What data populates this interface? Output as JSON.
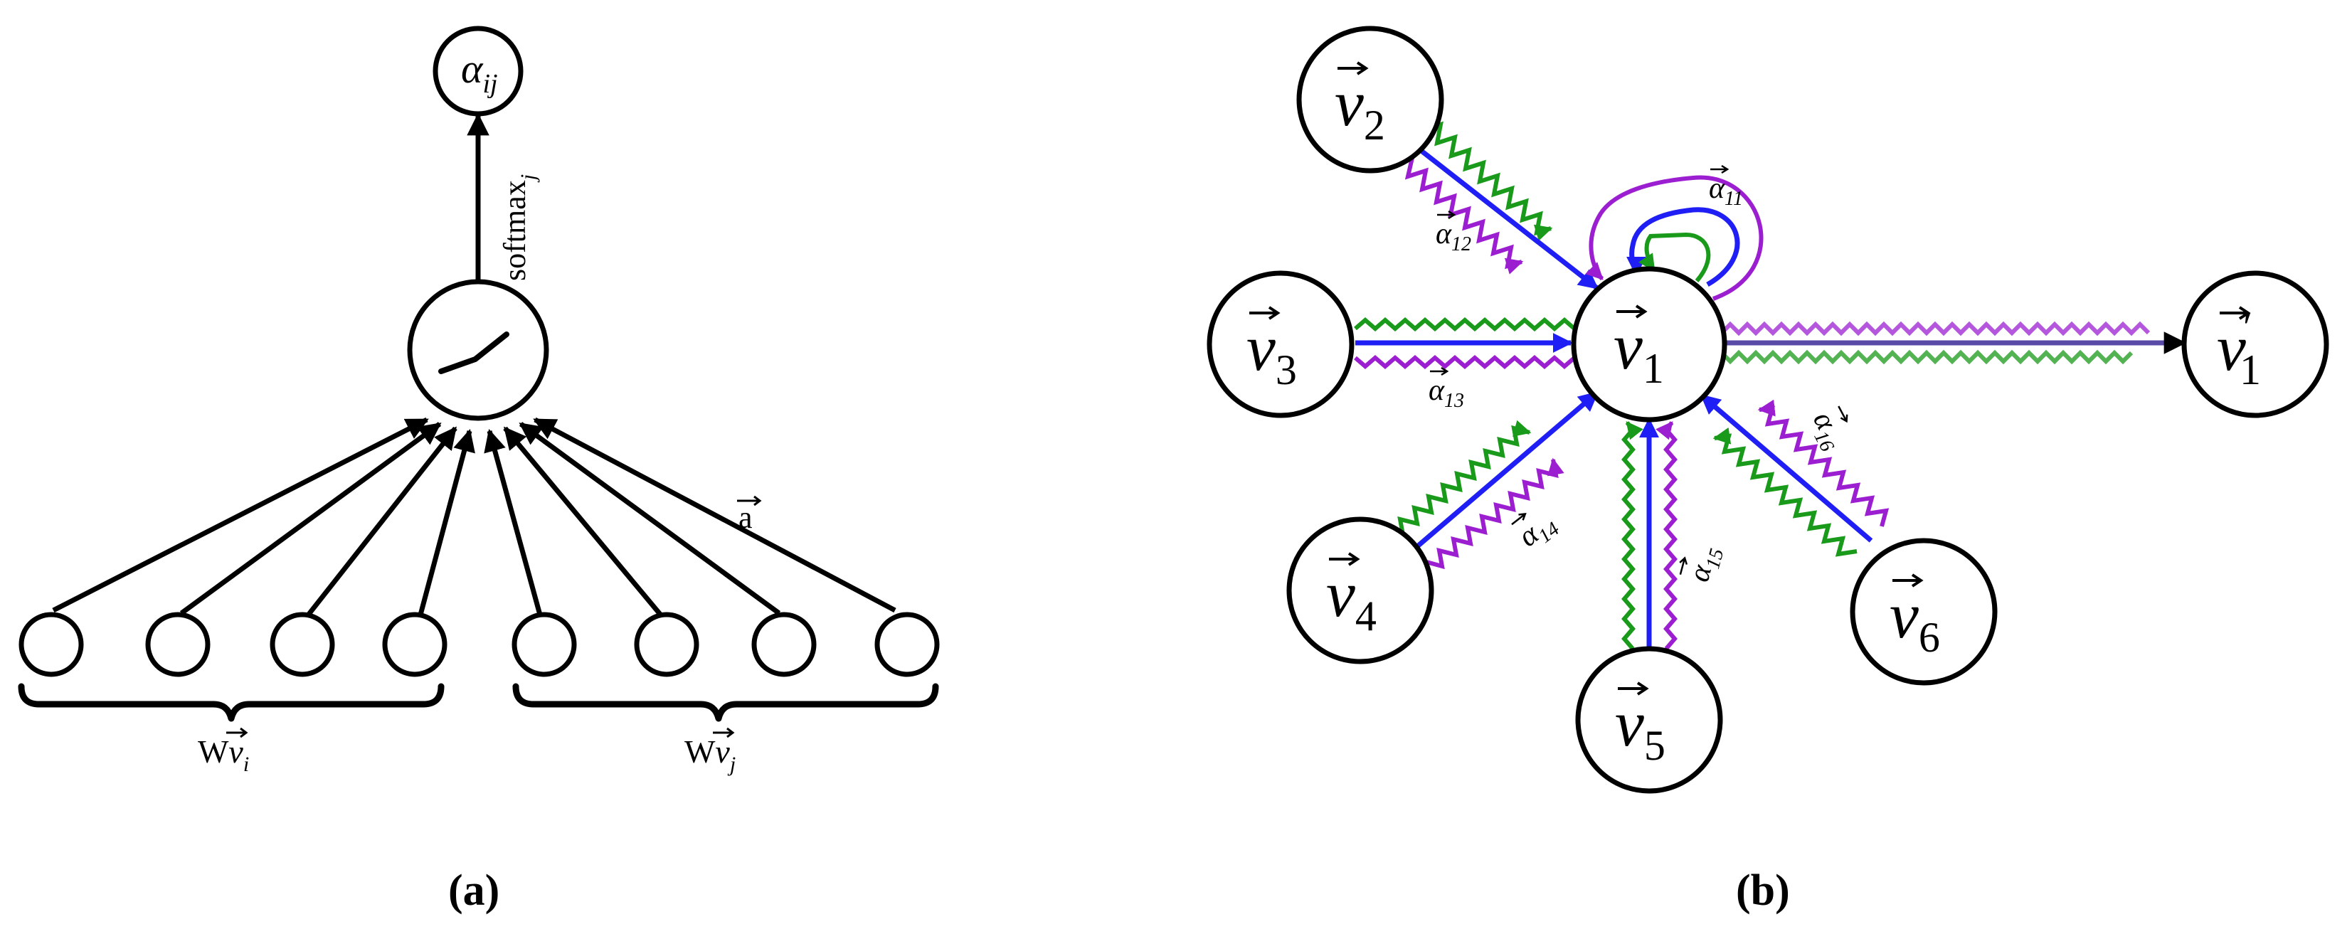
{
  "panel_a": {
    "caption": "(a)",
    "output_node_label": {
      "base": "α",
      "sub": "ij"
    },
    "edge_label": {
      "base": "softmax",
      "sub": "j"
    },
    "weight_label": "a",
    "input_group_left": {
      "prefix": "W",
      "var": "v",
      "sub": "i"
    },
    "input_group_right": {
      "prefix": "W",
      "var": "v",
      "sub": "j"
    }
  },
  "panel_b": {
    "caption": "(b)",
    "nodes": [
      {
        "id": "v1",
        "var": "v",
        "sub": "1",
        "prime": ""
      },
      {
        "id": "v2",
        "var": "v",
        "sub": "2",
        "prime": ""
      },
      {
        "id": "v3",
        "var": "v",
        "sub": "3",
        "prime": ""
      },
      {
        "id": "v4",
        "var": "v",
        "sub": "4",
        "prime": ""
      },
      {
        "id": "v5",
        "var": "v",
        "sub": "5",
        "prime": ""
      },
      {
        "id": "v6",
        "var": "v",
        "sub": "6",
        "prime": ""
      },
      {
        "id": "v1p",
        "var": "v",
        "sub": "1",
        "prime": "′"
      }
    ],
    "alpha_labels": [
      {
        "id": "a11",
        "base": "α",
        "sub": "11"
      },
      {
        "id": "a12",
        "base": "α",
        "sub": "12"
      },
      {
        "id": "a13",
        "base": "α",
        "sub": "13"
      },
      {
        "id": "a14",
        "base": "α",
        "sub": "14"
      },
      {
        "id": "a15",
        "base": "α",
        "sub": "15"
      },
      {
        "id": "a16",
        "base": "α",
        "sub": "16"
      }
    ],
    "colors": {
      "blue": "#1f1ff5",
      "green": "#1a9a1a",
      "purple": "#9b1fd0"
    }
  }
}
